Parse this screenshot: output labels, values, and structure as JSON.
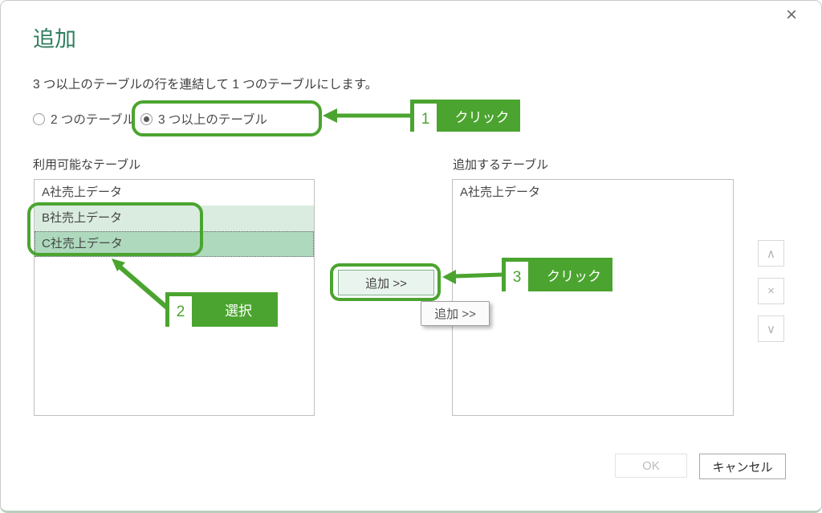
{
  "dialog": {
    "title": "追加",
    "description": "3 つ以上のテーブルの行を連結して 1 つのテーブルにします。"
  },
  "icons": {
    "close": "×",
    "move_up": "∧",
    "remove": "×",
    "move_down": "∨"
  },
  "options": {
    "two_tables": {
      "label": "2 つのテーブル",
      "selected": false
    },
    "three_plus_tables": {
      "label": "3 つ以上のテーブル",
      "selected": true
    }
  },
  "available_tables": {
    "label": "利用可能なテーブル",
    "items": [
      {
        "name": "A社売上データ",
        "state": "normal"
      },
      {
        "name": "B社売上データ",
        "state": "selected"
      },
      {
        "name": "C社売上データ",
        "state": "selected-focused"
      }
    ]
  },
  "tables_to_append": {
    "label": "追加するテーブル",
    "items": [
      {
        "name": "A社売上データ"
      }
    ]
  },
  "add_button": {
    "label": "追加 >>"
  },
  "tooltip": {
    "label": "追加 >>"
  },
  "footer": {
    "ok_label": "OK",
    "ok_enabled": false,
    "cancel_label": "キャンセル"
  },
  "annotations": [
    {
      "step": "1",
      "label": "クリック"
    },
    {
      "step": "2",
      "label": "選択"
    },
    {
      "step": "3",
      "label": "クリック"
    }
  ],
  "colors": {
    "annotation_green": "#4ba42f",
    "title_green": "#2f7d5e",
    "row_selected": "#aed9bd",
    "row_selected_light": "#d9ecdf",
    "add_button_bg": "#eaf4ee"
  }
}
